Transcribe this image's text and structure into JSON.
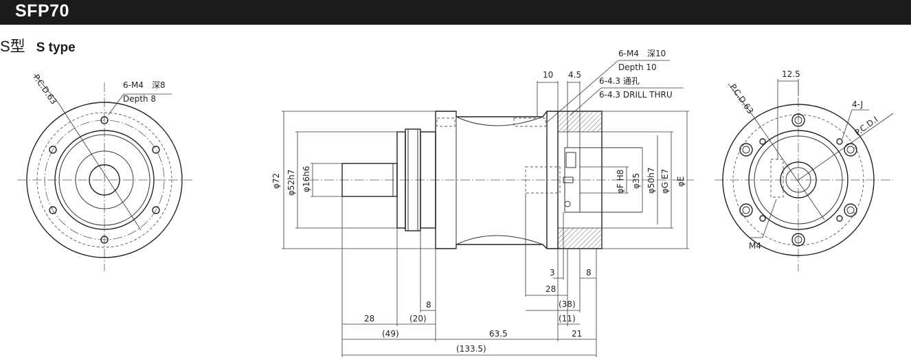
{
  "header": {
    "model": "SFP70"
  },
  "type_label": {
    "jp": "S型",
    "en": "S type"
  },
  "front_view": {
    "pcd": "P.C.D.63",
    "tap_note": "6-M4　深8",
    "depth_note": "Depth 8"
  },
  "side_view": {
    "tap_jp": "6-M4　深10",
    "tap_en": "Depth 10",
    "drill_jp": "6-4.3 通孔",
    "drill_en": "6-4.3 DRILL THRU",
    "dims": {
      "d10": "10",
      "d45": "4.5",
      "dia72": "φ72",
      "dia52": "φ52h7",
      "dia16": "φ16h6",
      "diaF": "φF H8",
      "dia35": "φ35",
      "dia50": "φ50h7",
      "diaG": "φG E7",
      "diaE": "φE",
      "d3": "3",
      "d8r": "8",
      "d28r": "28",
      "d38": "(38)",
      "d11": "(11)",
      "d8l": "8",
      "d28l": "28",
      "d20": "(20)",
      "d49": "(49)",
      "d635": "63.5",
      "d21": "21",
      "d1335": "(133.5)"
    }
  },
  "rear_view": {
    "d125": "12.5",
    "pcd": "P.C.D.63",
    "holes": "4-J",
    "pcdi": "P.C.D.I",
    "m4": "M4"
  }
}
